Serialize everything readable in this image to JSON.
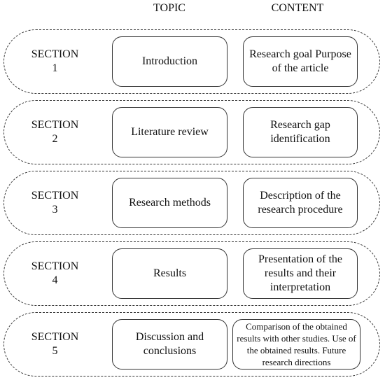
{
  "headers": {
    "topic": "TOPIC",
    "content": "CONTENT"
  },
  "sections": [
    {
      "label_line1": "SECTION",
      "label_line2": "1",
      "topic": "Introduction",
      "content": "Research goal Purpose of the article"
    },
    {
      "label_line1": "SECTION",
      "label_line2": "2",
      "topic": "Literature review",
      "content": "Research gap identification"
    },
    {
      "label_line1": "SECTION",
      "label_line2": "3",
      "topic": "Research methods",
      "content": "Description of the research procedure"
    },
    {
      "label_line1": "SECTION",
      "label_line2": "4",
      "topic": "Results",
      "content": "Presentation of the results and their interpretation"
    },
    {
      "label_line1": "SECTION",
      "label_line2": "5",
      "topic": "Discussion and conclusions",
      "content": "Comparison of the obtained results with other studies. Use of the obtained results. Future research directions"
    }
  ]
}
